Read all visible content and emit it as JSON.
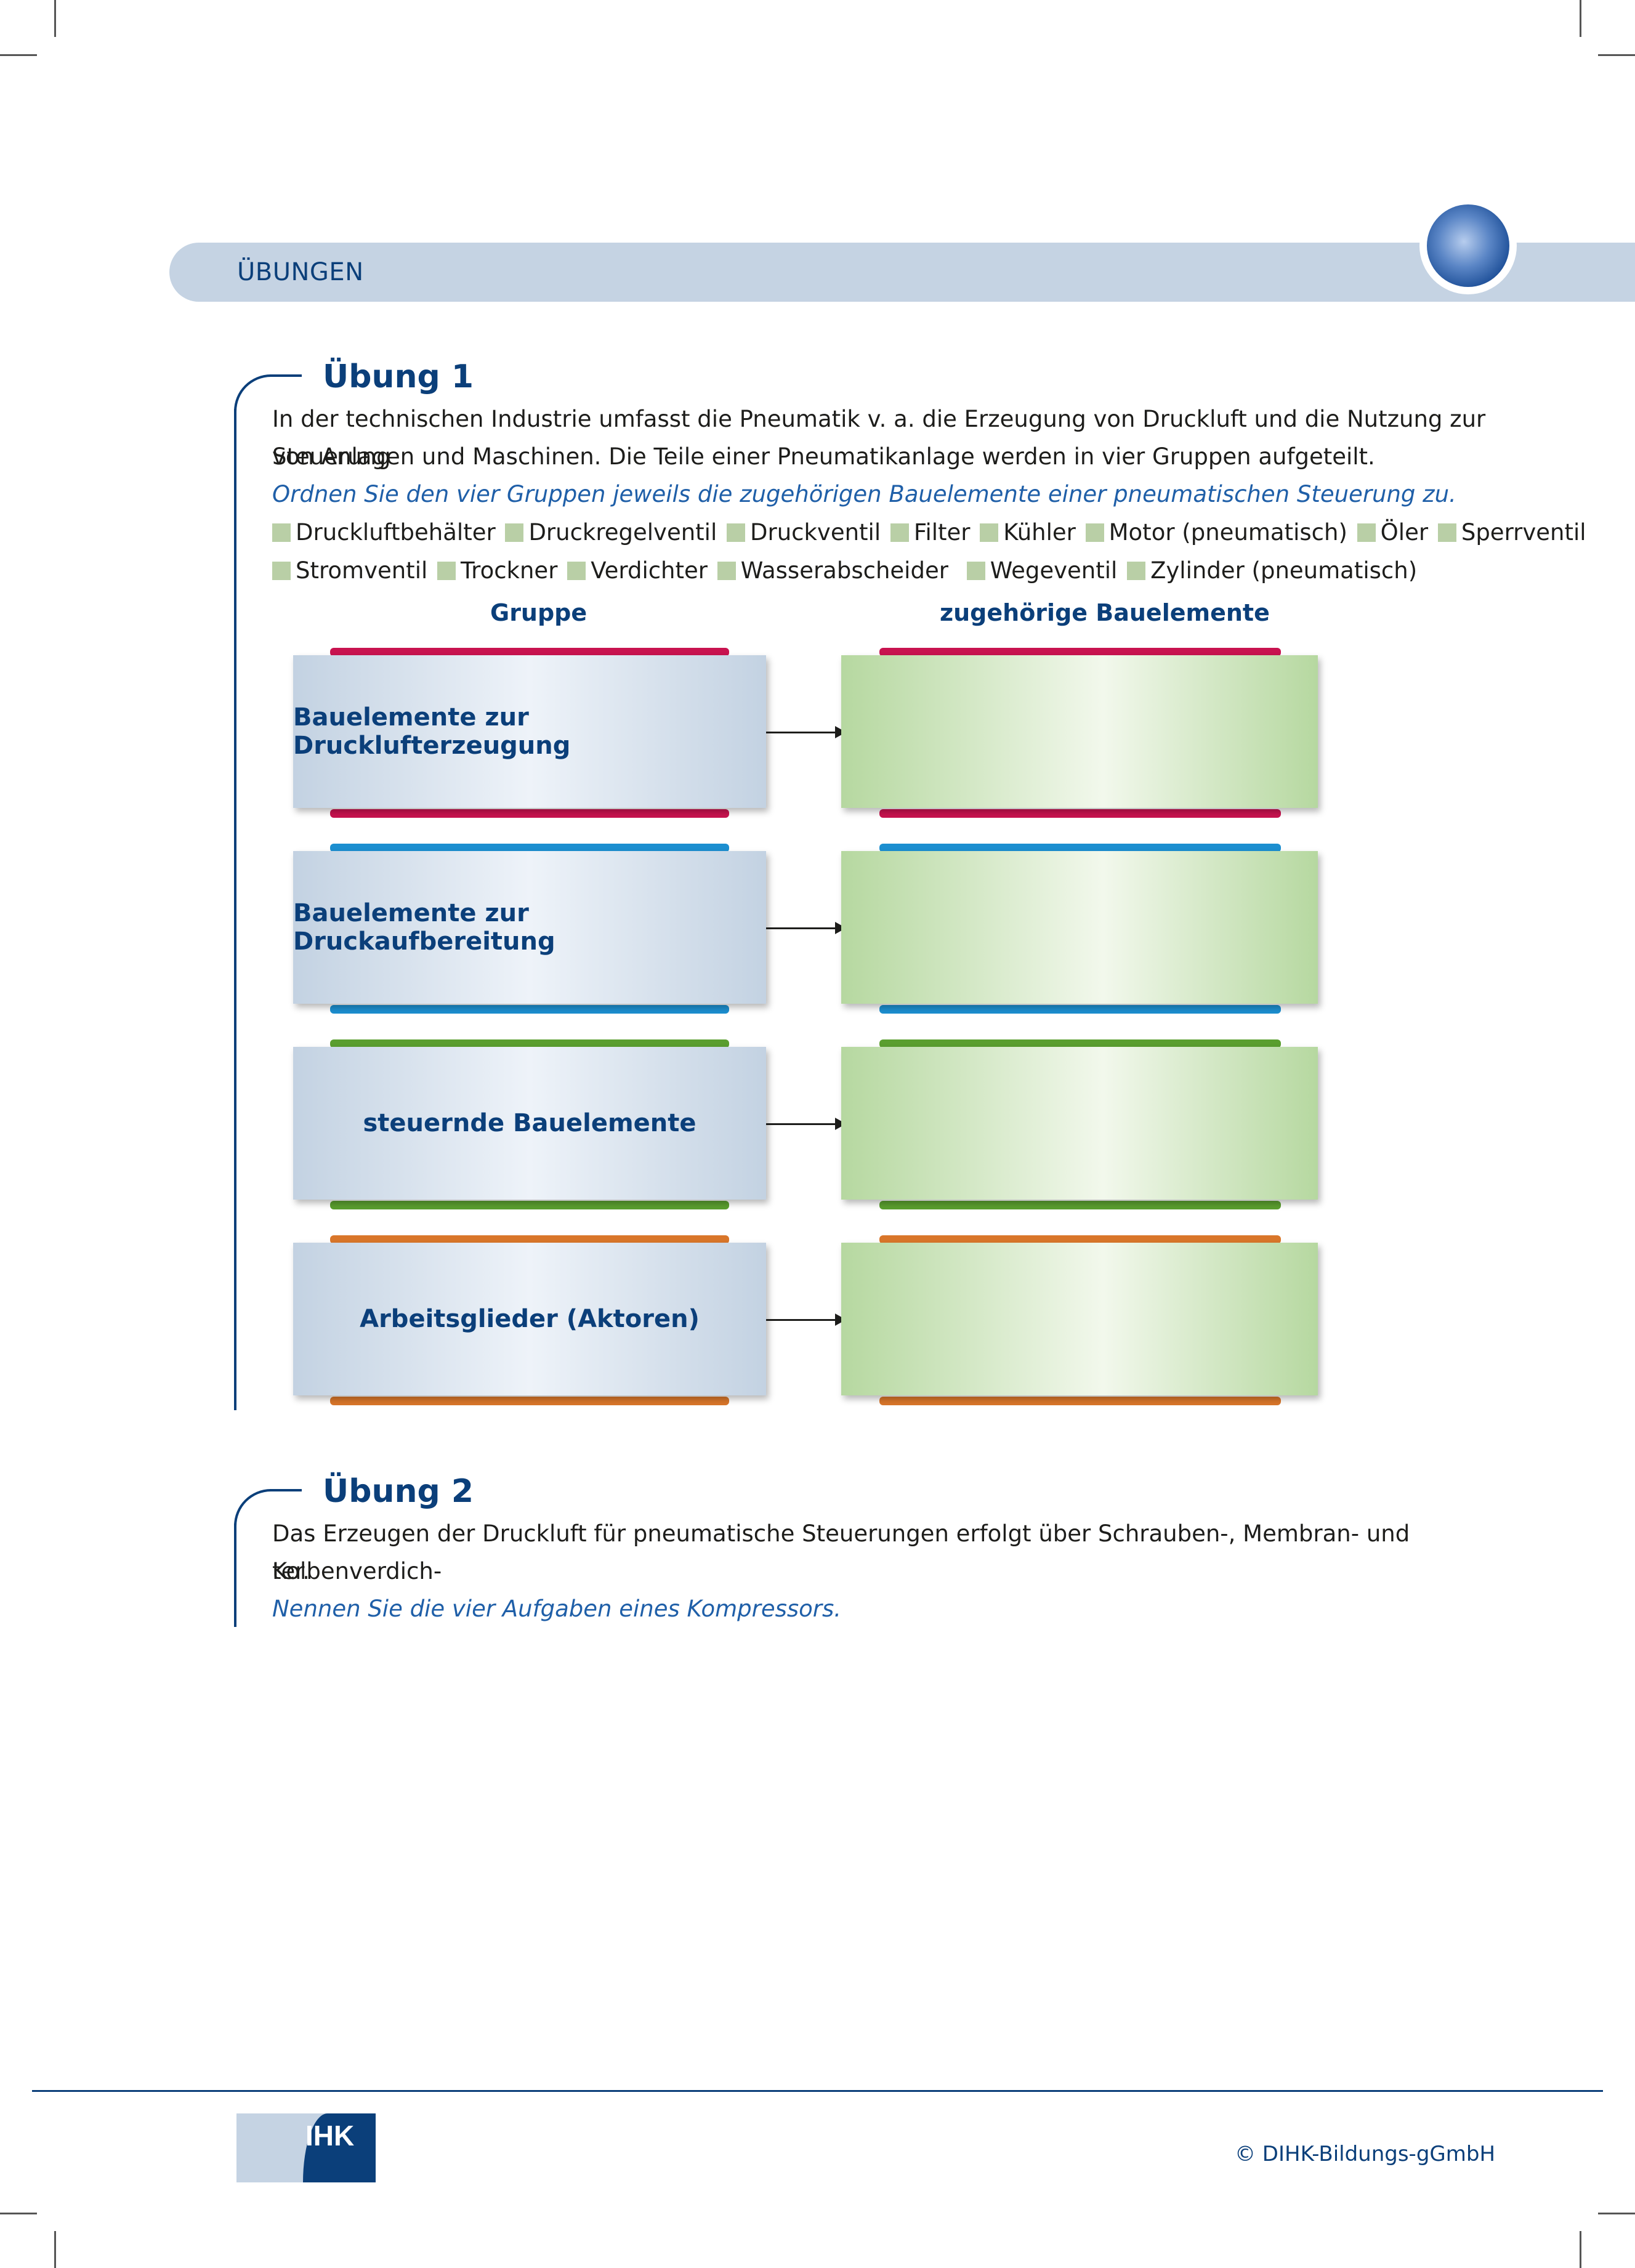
{
  "header": {
    "title": "ÜBUNGEN"
  },
  "exercise1": {
    "title": "Übung 1",
    "text_line1": "In der technischen Industrie umfasst die Pneumatik v. a. die Erzeugung von Druckluft und die Nutzung zur Steuerung",
    "text_line2": "von Anlagen und Maschinen. Die Teile einer Pneumatikanlage werden in vier Gruppen aufgeteilt.",
    "task": "Ordnen Sie den vier Gruppen jeweils die zugehörigen Bauelemente einer pneumatischen Steuerung zu.",
    "terms_row1": [
      "Druckluftbehälter",
      "Druckregelventil",
      "Druckventil",
      "Filter",
      "Kühler",
      "Motor (pneumatisch)",
      "Öler",
      "Sperrventil"
    ],
    "terms_row2": [
      "Stromventil",
      "Trockner",
      "Verdichter",
      "Wasserabscheider",
      "Wegeventil",
      "Zylinder (pneumatisch)"
    ],
    "column_group": "Gruppe",
    "column_elements": "zugehörige Bauelemente",
    "groups": [
      {
        "label": "Bauelemente zur Drucklufterzeugung",
        "color": "#c8134f"
      },
      {
        "label": "Bauelemente zur Druckaufbereitung",
        "color": "#1c8fd0"
      },
      {
        "label": "steuernde Bauelemente",
        "color": "#5a9e2f"
      },
      {
        "label": "Arbeitsglieder (Aktoren)",
        "color": "#d9762a"
      }
    ],
    "answer_fill_color": "#b6d8a0"
  },
  "exercise2": {
    "title": "Übung 2",
    "text_line1": "Das Erzeugen der Druckluft für pneumatische Steuerungen erfolgt über Schrauben-, Membran- und Kolbenverdich-",
    "text_line2": "ter.",
    "task": "Nennen Sie die vier Aufgaben eines Kompressors."
  },
  "footer": {
    "logo_text": "IHK",
    "copyright": "© DIHK-Bildungs-gGmbH"
  },
  "colors": {
    "primary": "#0b3f7a",
    "band": "#c5d3e3",
    "task_text": "#1f5fa8"
  }
}
